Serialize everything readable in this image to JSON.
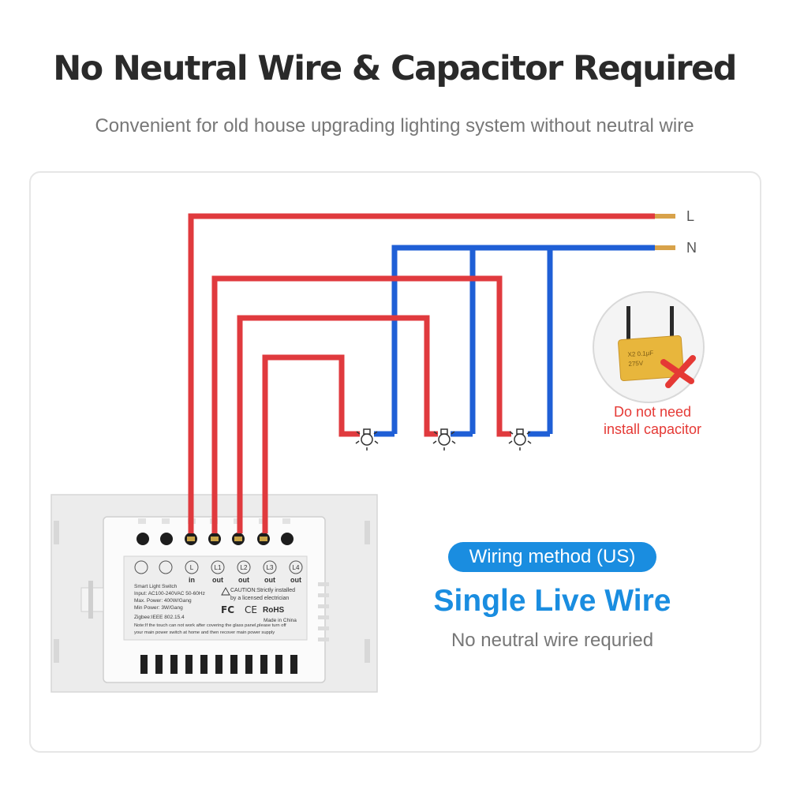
{
  "header": {
    "title": "No Neutral Wire & Capacitor Required",
    "subtitle": "Convenient for old house upgrading lighting system without neutral wire"
  },
  "diagram": {
    "line_labels": {
      "live": "L",
      "neutral": "N"
    },
    "capacitor": {
      "markings_line1": "X2 0.1µF",
      "markings_line2": "275V",
      "note_line1": "Do not need",
      "note_line2": "install capacitor"
    },
    "switch": {
      "terminals": [
        {
          "top": "",
          "bottom": ""
        },
        {
          "top": "",
          "bottom": ""
        },
        {
          "top": "L",
          "bottom": "in"
        },
        {
          "top": "L1",
          "bottom": "out"
        },
        {
          "top": "L2",
          "bottom": "out"
        },
        {
          "top": "L3",
          "bottom": "out"
        },
        {
          "top": "L4",
          "bottom": "out"
        }
      ],
      "label_lines": [
        "Smart Light Switch",
        "Input: AC100-240VAC 50-60Hz",
        "Max. Power: 400W/Gang",
        "Min Power: 3W/Gang",
        "Zigbee:IEEE 802.15.4"
      ],
      "caution_line1": "CAUTION:Strictly installed",
      "caution_line2": "by a licensed electrician",
      "fc_mark": "FC",
      "ce_mark": "CE",
      "rohs_mark": "RoHS",
      "made_in": "Made in China",
      "note_line1": "Note:If the touch can not work after covering the glass panel,please turn off",
      "note_line2": "your main power switch at home and then recover main power supply"
    }
  },
  "info": {
    "badge": "Wiring method (US)",
    "headline": "Single Live Wire",
    "subline": "No neutral wire requried"
  },
  "colors": {
    "live_wire": "#e03a3e",
    "neutral_wire": "#1f5fd6",
    "accent_blue": "#1a8de0",
    "warning_red": "#e53935",
    "capacitor_yellow": "#e8b63c",
    "copper": "#d8a24a"
  }
}
